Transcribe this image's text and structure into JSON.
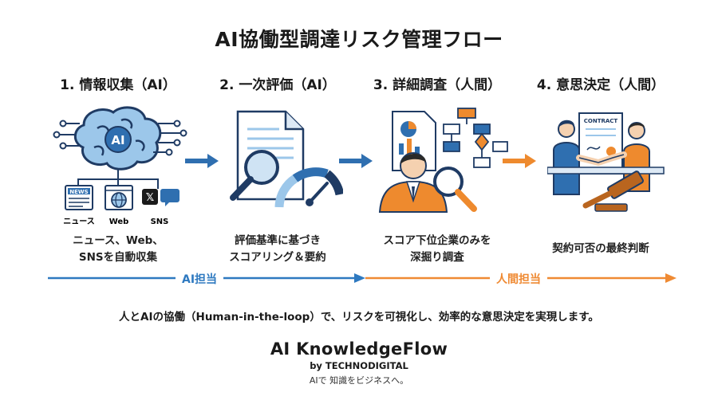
{
  "title": "AI協働型調達リスク管理フロー",
  "steps": [
    {
      "title": "1. 情報収集（AI）",
      "desc1": "ニュース、Web、",
      "desc2": "SNSを自動収集"
    },
    {
      "title": "2. 一次評価（AI）",
      "desc1": "評価基準に基づき",
      "desc2": "スコアリング＆要約"
    },
    {
      "title": "3. 詳細調査（人間）",
      "desc1": "スコア下位企業のみを",
      "desc2": "深掘り調査"
    },
    {
      "title": "4. 意思決定（人間）",
      "desc1": "契約可否の最終判断",
      "desc2": ""
    }
  ],
  "icons": {
    "brain_label": "AI",
    "sources": {
      "news_box": "NEWS",
      "news": "ニュース",
      "web": "Web",
      "sns": "SNS",
      "x": "𝕏"
    },
    "contract": "CONTRACT"
  },
  "bands": {
    "ai": "AI担当",
    "human": "人間担当"
  },
  "tagline": "人とAIの協働（Human-in-the-loop）で、リスクを可視化し、効率的な意思決定を実現します。",
  "brand": {
    "name": "AI KnowledgeFlow",
    "by": "by TECHNODIGITAL",
    "slogan": "AIで 知識をビジネスへ。"
  },
  "colors": {
    "blue": "#2f6fb0",
    "orange": "#ee8a2e",
    "navy": "#1f3b64",
    "ai_band": "#2e79c0",
    "human_band": "#ef8a33"
  }
}
